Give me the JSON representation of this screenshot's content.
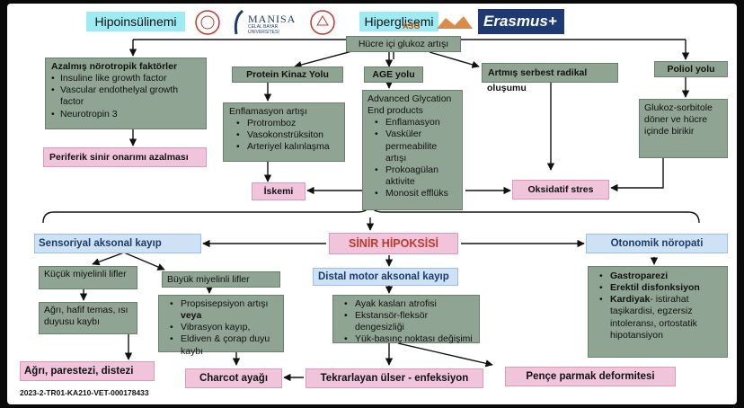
{
  "header": {
    "hypo": "Hipoinsülinemi",
    "hyper": "Hiperglisemi",
    "manisa_line1": "MANISA",
    "manisa_line2": "CELAL BAYAR",
    "manisa_line3": "ÜNİVERSİTESİ",
    "erasmus": "Erasmus+",
    "asg": "ASG"
  },
  "nodes": {
    "glukoz": "Hücre içi glukoz artışı",
    "noro_title": "Azalmış nörotropik faktörler",
    "noro_items": [
      "Insuline like growth factor",
      "Vascular endothelyal growth factor",
      "Neurotropin 3"
    ],
    "periferik": "Periferik sinir onarımı azalması",
    "pkc": "Protein Kinaz Yolu",
    "pkc_title": "Enflamasyon artışı",
    "pkc_items": [
      "Protromboz",
      "Vasokonstrüksiton",
      "Arteriyel kalınlaşma"
    ],
    "iskemi": "İskemi",
    "age": "AGE yolu",
    "age_title": "Advanced Glycation End products",
    "age_items": [
      "Enflamasyon",
      "Vasküler permeabilite artışı",
      "Prokoagülan aktivite",
      "Monosit efflüks"
    ],
    "radikal_1": "Artmış serbest radikal",
    "radikal_2": "oluşumu",
    "oksidatif": "Oksidatif stres",
    "poliol": "Poliol yolu",
    "sorbitol": "Glukoz-sorbitole döner ve hücre içinde birikir",
    "hipoksi": "SİNİR HİPOKSİSİ",
    "sensoriyal": "Sensoriyal aksonal kayıp",
    "otonomik": "Otonomik nöropati",
    "kucuk": "Küçük miyelinli lifler",
    "agri_kaybi": "Ağrı, hafif temas, ısı duyusu kaybı",
    "buyuk": "Büyük miyelinli lifler",
    "buyuk_items": [
      {
        "text": "Propsisepsiyon artışı ",
        "bold": "veya"
      },
      {
        "text": "Vibrasyon kayıp,",
        "bold": ""
      },
      {
        "text": "Eldiven & çorap duyu kaybı",
        "bold": ""
      }
    ],
    "distal": "Distal motor aksonal kayıp",
    "distal_items": [
      "Ayak kasları atrofisi",
      "Ekstansör-fleksör dengesizliği",
      "Yük-basınç noktası değişimi"
    ],
    "oto_items": [
      {
        "bold": "Gastroparezi",
        "text": ""
      },
      {
        "bold": "Erektil disfonksiyon",
        "text": ""
      },
      {
        "bold": "Kardiyak",
        "text": "- istirahat taşikardisi, egzersiz intoleransı, ortostatik hipotansiyon"
      }
    ],
    "parestezi": "Ağrı, parestezi, distezi",
    "charcot": "Charcot ayağı",
    "ulser": "Tekrarlayan ülser - enfeksiyon",
    "pence": "Pençe parmak deformitesi"
  },
  "footer": "2023-2-TR01-KA210-VET-000178433"
}
